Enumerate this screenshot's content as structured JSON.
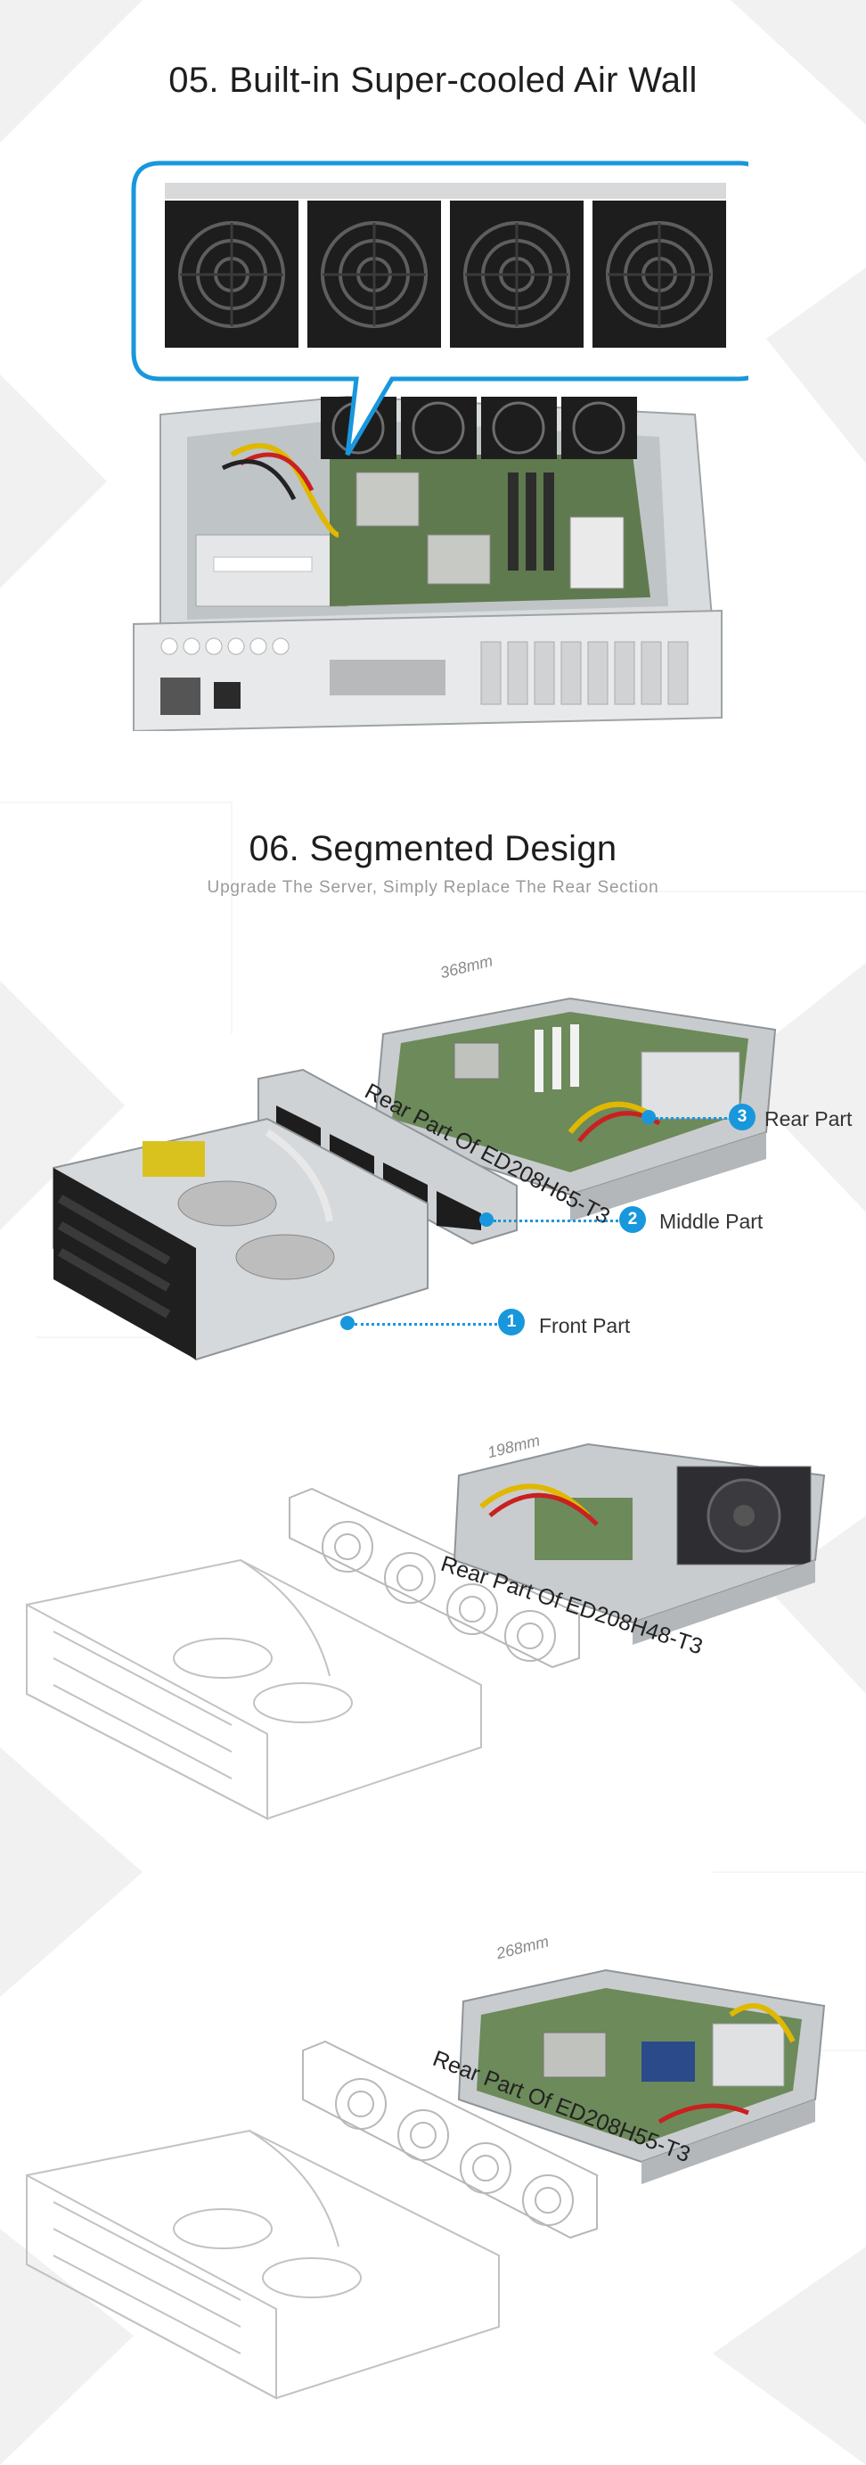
{
  "section_05": {
    "title": "05. Built-in Super-cooled Air Wall"
  },
  "section_06": {
    "title": "06.  Segmented Design",
    "subtitle": "Upgrade The Server, Simply Replace The Rear Section",
    "callouts": {
      "rear": {
        "number": "3",
        "label": "Rear Part"
      },
      "middle": {
        "number": "2",
        "label": "Middle Part"
      },
      "front": {
        "number": "1",
        "label": "Front Part"
      }
    }
  },
  "variants": [
    {
      "dimension": "368mm",
      "model_label": "Rear Part Of ED208H65-T3"
    },
    {
      "dimension": "198mm",
      "model_label": "Rear Part Of ED208H48-T3"
    },
    {
      "dimension": "268mm",
      "model_label": "Rear Part Of ED208H55-T3"
    }
  ],
  "colors": {
    "accent": "#1897dc",
    "title_text": "#1e1e1e",
    "subtitle_text": "#9a9a9a",
    "sheet_metal": "#c9ccce",
    "fan_black": "#1d1d1d",
    "pcb_green": "#5f7a4e"
  }
}
